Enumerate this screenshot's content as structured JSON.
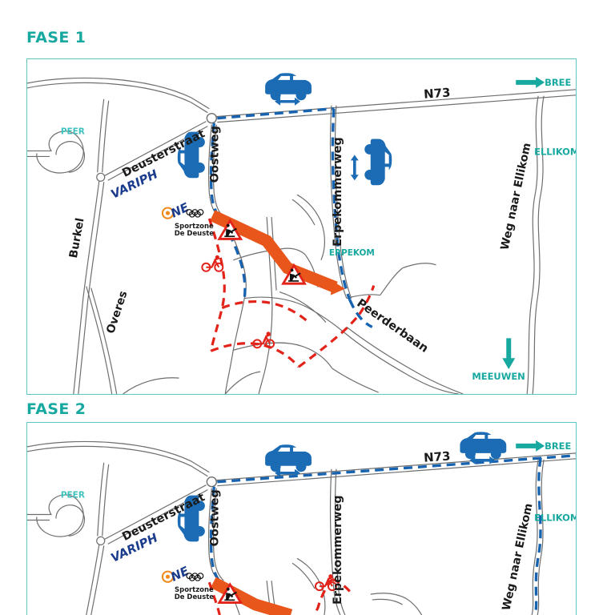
{
  "document": {
    "type": "roadworks-detour-map",
    "language": "nl"
  },
  "colors": {
    "teal": "#17A8A0",
    "frame": "#5FC5C5",
    "car_blue": "#1B6CB5",
    "detour_blue": "#1763B0",
    "detour_red": "#E2231A",
    "works_orange": "#E9561B",
    "road_outline": "#5A5A5A",
    "label_dark": "#1A1A1A",
    "variphone_blue": "#1B3C8C",
    "variphone_orange": "#F08A1D"
  },
  "phases": [
    {
      "id": "phase-1",
      "title": "FASE 1",
      "road_labels": [
        "N73",
        "Oostweg",
        "Erpekommerweg",
        "Deusterstraat",
        "Burkel",
        "Overes",
        "Peerderbaan",
        "Weg naar Ellikom"
      ],
      "place_labels": [
        "PEER",
        "BREE",
        "ELLIKOM",
        "ERPEKOM",
        "MEEUWEN"
      ],
      "direction_arrows": [
        {
          "label": "BREE",
          "direction": "right"
        },
        {
          "label": "MEEUWEN",
          "direction": "down"
        }
      ],
      "poi_labels": [
        {
          "name": "VARIPHONE",
          "type": "company"
        },
        {
          "name": "Sportzone\nDe Deuste",
          "line1": "Sportzone",
          "line2": "De Deuste",
          "type": "sportzone"
        }
      ],
      "icons": [
        {
          "name": "car-two-way-horizontal",
          "count": 1,
          "meaning": "tweerichtingsverkeer N73"
        },
        {
          "name": "car-two-way-vertical-oostweg",
          "count": 1,
          "meaning": "tweerichtingsverkeer Oostweg"
        },
        {
          "name": "car-two-way-vertical-erpekommerweg",
          "count": 1,
          "meaning": "tweerichtingsverkeer Erpekommerweg"
        },
        {
          "name": "roadworks-warning-sign",
          "count": 2,
          "meaning": "werfzone"
        },
        {
          "name": "bicycle-detour-marker",
          "count": 2,
          "meaning": "omleiding fietsers"
        }
      ],
      "legend_implicit": {
        "orange_segment": "werfzone / afgesloten weg",
        "blue_dashed": "omleiding auto's",
        "red_dashed": "omleiding fietsers"
      }
    },
    {
      "id": "phase-2",
      "title": "FASE 2",
      "road_labels": [
        "N73",
        "Oostweg",
        "Erpekommerweg",
        "Deusterstraat",
        "Weg naar Ellikom"
      ],
      "place_labels": [
        "PEER",
        "BREE",
        "ELLIKOM"
      ],
      "direction_arrows": [
        {
          "label": "BREE",
          "direction": "right"
        }
      ],
      "poi_labels": [
        {
          "name": "VARIPHONE",
          "type": "company"
        },
        {
          "name": "Sportzone\nDe Deuste",
          "line1": "Sportzone",
          "line2": "De Deuste",
          "type": "sportzone"
        }
      ],
      "icons": [
        {
          "name": "car-two-way-horizontal-left",
          "count": 1,
          "meaning": "tweerichtingsverkeer"
        },
        {
          "name": "car-two-way-horizontal-right",
          "count": 1,
          "meaning": "tweerichtingsverkeer N73"
        },
        {
          "name": "car-two-way-vertical-oostweg",
          "count": 1,
          "meaning": "tweerichtingsverkeer Oostweg"
        },
        {
          "name": "roadworks-warning-sign",
          "count": 1,
          "meaning": "werfzone"
        },
        {
          "name": "bicycle-detour-marker",
          "count": 1,
          "meaning": "omleiding fietsers"
        }
      ]
    }
  ],
  "labels": {
    "n73": "N73",
    "oostweg": "Oostweg",
    "erpekommerweg": "Erpekommerweg",
    "deusterstraat": "Deusterstraat",
    "burkel": "Burkel",
    "overes": "Overes",
    "peerderbaan": "Peerderbaan",
    "weg_naar_ellikom": "Weg naar Ellikom",
    "peer": "PEER",
    "bree": "BREE",
    "ellikom": "ELLIKOM",
    "erpekom": "ERPEKOM",
    "meeuwen": "MEEUWEN",
    "variphone": "VARIPHONE",
    "sportzone_1": "Sportzone",
    "sportzone_2": "De Deuste"
  }
}
